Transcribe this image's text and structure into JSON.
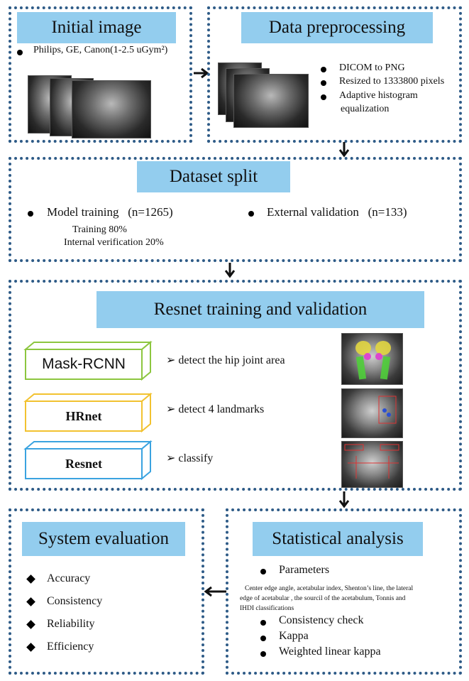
{
  "initial_image": {
    "title": "Initial image",
    "bullet": "Philips, GE, Canon(1-2.5 uGym²)"
  },
  "data_preprocessing": {
    "title": "Data preprocessing",
    "bullets": [
      "DICOM  to PNG",
      "Resized to 1333800 pixels",
      "Adaptive histogram",
      "equalization"
    ]
  },
  "dataset_split": {
    "title": "Dataset split",
    "model_training": "Model training   (n=1265)",
    "training": "Training  80%",
    "internal_verification": "Internal verification 20%",
    "external_validation": "External validation   (n=133)"
  },
  "resnet_section": {
    "title": "Resnet training and validation",
    "models": [
      {
        "name": "Mask-RCNN",
        "desc": "detect the hip joint area",
        "color": "#8cc63f"
      },
      {
        "name": "HRnet",
        "desc": "detect 4 landmarks",
        "color": "#f2c230"
      },
      {
        "name": "Resnet",
        "desc": "classify",
        "color": "#3aa3e0"
      }
    ]
  },
  "system_evaluation": {
    "title": "System evaluation",
    "items": [
      "Accuracy",
      "Consistency",
      "Reliability",
      "Efficiency"
    ]
  },
  "statistical_analysis": {
    "title": "Statistical analysis",
    "parameters": "Parameters",
    "parameters_detail": [
      "Center edge angle, acetabular index, Shenton’s line, the lateral",
      "edge of acetabular , the sourcil of the acetabulum, Tonnis and",
      "IHDI classifications"
    ],
    "items": [
      "Consistency check",
      "Kappa",
      "Weighted linear kappa"
    ]
  }
}
